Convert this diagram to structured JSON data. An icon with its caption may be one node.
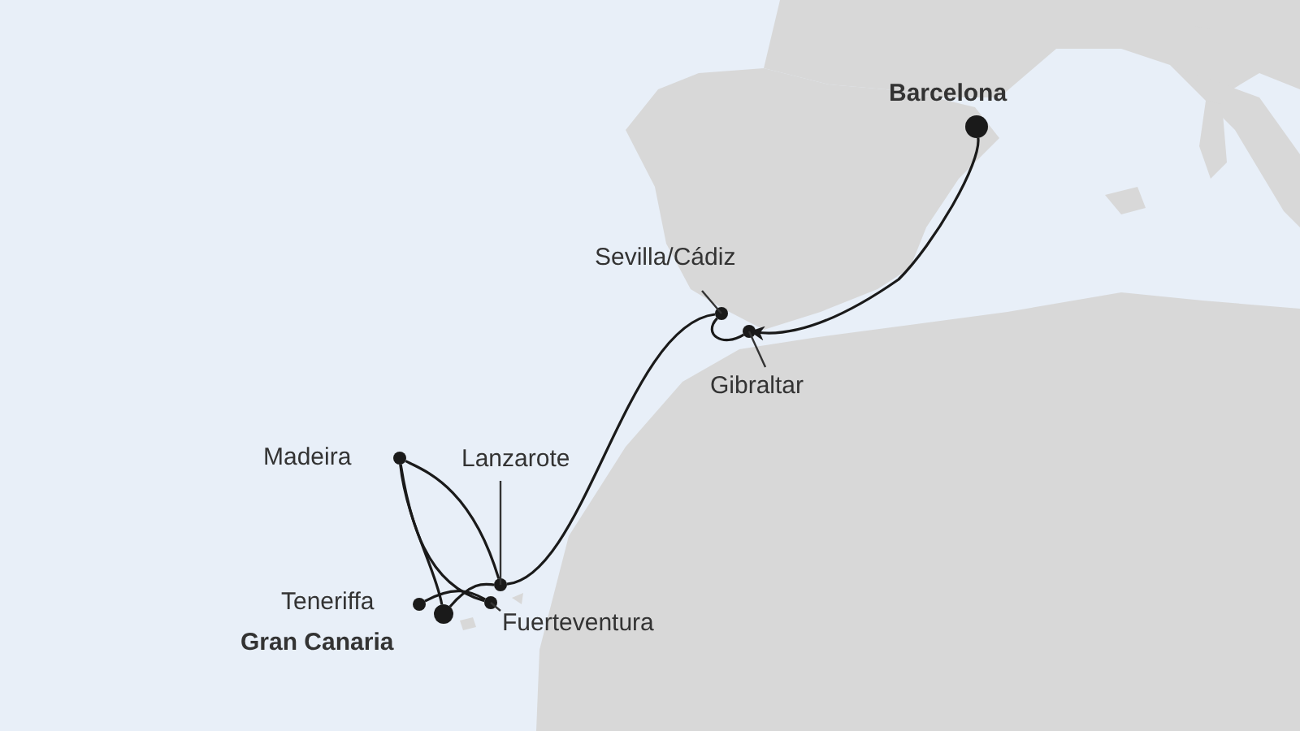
{
  "diagram": {
    "nodes": [
      {
        "text": [
          "Barcelona"
        ]
      },
      {
        "text": [
          "Sevilla/Cádiz"
        ]
      },
      {
        "text": [
          "Gibraltar"
        ]
      },
      {
        "text": [
          "Madeira"
        ]
      },
      {
        "text": [
          "Lanzarote"
        ]
      },
      {
        "text": [
          "Teneriffa"
        ]
      },
      {
        "text": [
          "Gran Canaria"
        ]
      },
      {
        "text": [
          "Fuerteventura"
        ]
      }
    ],
    "edges": [
      {
        "from": 0,
        "to": 2,
        "arrow": "to"
      },
      {
        "from": 2,
        "to": 1,
        "arrow": "none"
      },
      {
        "from": 1,
        "to": 4,
        "arrow": "none"
      },
      {
        "from": 7,
        "to": 3,
        "arrow": "none"
      },
      {
        "from": 3,
        "to": 6,
        "arrow": "none"
      },
      {
        "from": 6,
        "to": 4,
        "arrow": "none"
      },
      {
        "from": 4,
        "to": 3,
        "arrow": "none"
      },
      {
        "from": 5,
        "to": 7,
        "arrow": "none"
      }
    ]
  }
}
